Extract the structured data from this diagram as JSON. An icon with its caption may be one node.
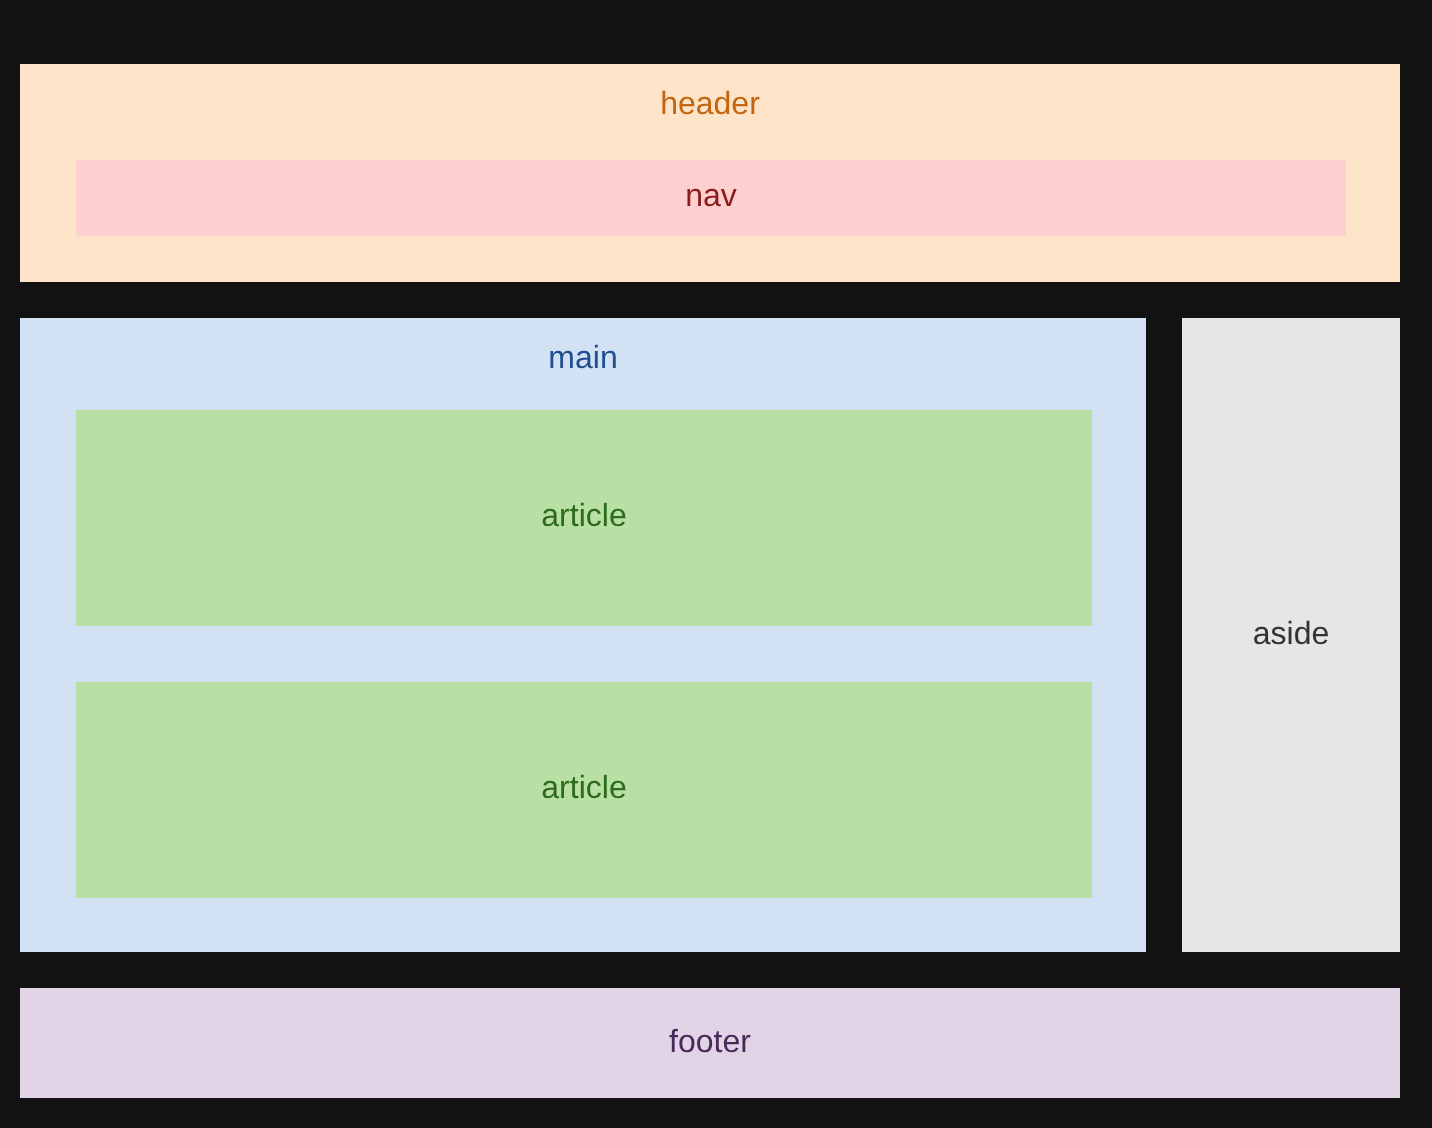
{
  "diagram": {
    "nodes": [
      {
        "text": [
          "header"
        ]
      },
      {
        "text": [
          "nav"
        ],
        "in": 0
      },
      {
        "text": [
          "main"
        ]
      },
      {
        "text": [
          "article"
        ],
        "in": 2
      },
      {
        "text": [
          "article"
        ],
        "in": 2
      },
      {
        "text": [
          "aside"
        ]
      },
      {
        "text": [
          "footer"
        ]
      }
    ]
  }
}
